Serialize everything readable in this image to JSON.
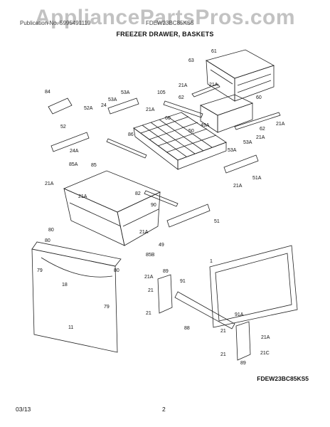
{
  "watermark": "AppliancePartsPros.com",
  "header": {
    "left": "Publication No. 5995491119",
    "right": "FDEW23BC85KS5",
    "title": "FREEZER DRAWER, BASKETS"
  },
  "footer": {
    "model": "FDEW23BC85KS5",
    "date": "03/13",
    "page": "2"
  },
  "labels": {
    "l63": "63",
    "l61": "61",
    "l84": "84",
    "l105": "105",
    "l53a_1": "53A",
    "l52a": "52A",
    "l24_1": "24",
    "l53a_2": "53A",
    "l21a_1": "21A",
    "l21a_2": "21A",
    "l62_1": "62",
    "l60": "60",
    "l21a_3": "21A",
    "l86": "86",
    "l60b": "60",
    "l50": "50",
    "l49a": "49A",
    "l21a_4": "21A",
    "l62_2": "62",
    "l21a_5": "21A",
    "l52": "52",
    "l24a": "24A",
    "l53a_3": "53A",
    "l53a_4": "53A",
    "l85a": "85A",
    "l85": "85",
    "l21a_6": "21A",
    "l21a_7": "21A",
    "l82": "82",
    "l51a": "51A",
    "l21a_8": "21A",
    "l90": "90",
    "l51": "51",
    "l80_1": "80",
    "l21a_9": "21A",
    "l49": "49",
    "l85b": "85B",
    "l80_2": "80",
    "l79_1": "79",
    "l18": "18",
    "l80_3": "80",
    "l79_2": "79",
    "l11": "11",
    "l1": "1",
    "l21a_10": "21A",
    "l89_1": "89",
    "l21_1": "21",
    "l91": "91",
    "l21_2": "21",
    "l88": "88",
    "l91a": "91A",
    "l21_3": "21",
    "l21a_11": "21A",
    "l21_4": "21",
    "l21c": "21C",
    "l89_2": "89"
  }
}
